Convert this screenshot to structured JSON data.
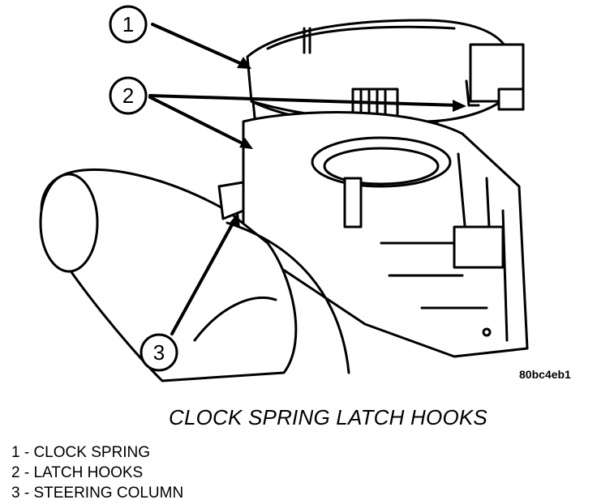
{
  "callouts": [
    {
      "number": "1"
    },
    {
      "number": "2"
    },
    {
      "number": "3"
    }
  ],
  "figure_code": "80bc4eb1",
  "title": "CLOCK SPRING LATCH HOOKS",
  "legend": [
    "1 - CLOCK SPRING",
    "2 - LATCH HOOKS",
    "3 - STEERING COLUMN"
  ]
}
